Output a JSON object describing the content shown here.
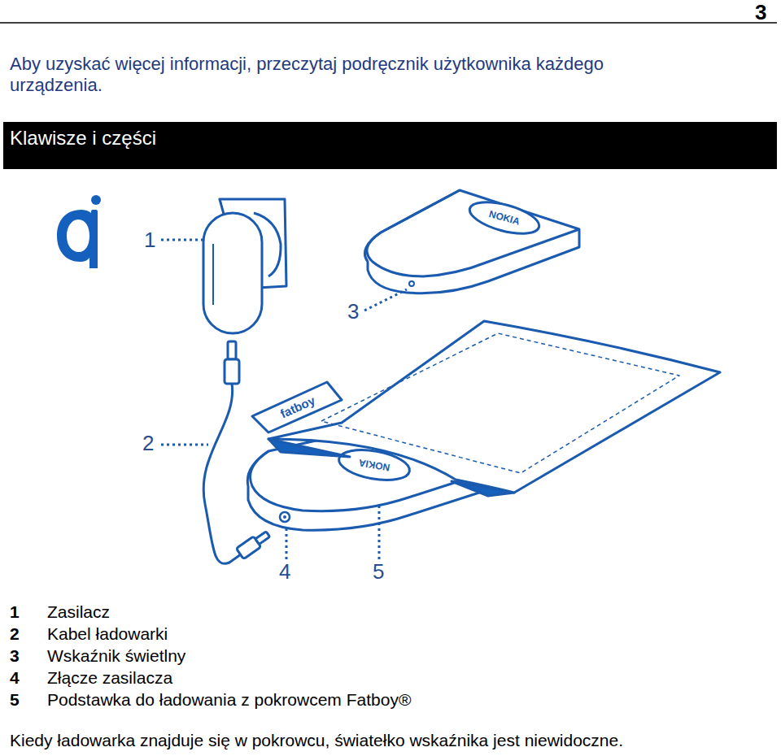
{
  "diagram": {
    "title": "Klawisze i części",
    "labels": [
      "3",
      "Aby uzyskać więcej informacji, przeczytaj podręcznik użytkownika każdego urządzenia.",
      "1",
      "3",
      "2",
      "4",
      "5",
      "fatboy",
      "NOKIA",
      "NOKIA",
      "1",
      "Zasilacz",
      "2",
      "Kabel ładowarki",
      "3",
      "Wskaźnik świetlny",
      "4",
      "Złącze zasilacza",
      "5",
      "Podstawka do ładowania z pokrowcem Fatboy®",
      "Kiedy ładowarka znajduje się w pokrowcu, światełko wskaźnika jest niewidoczne."
    ]
  }
}
